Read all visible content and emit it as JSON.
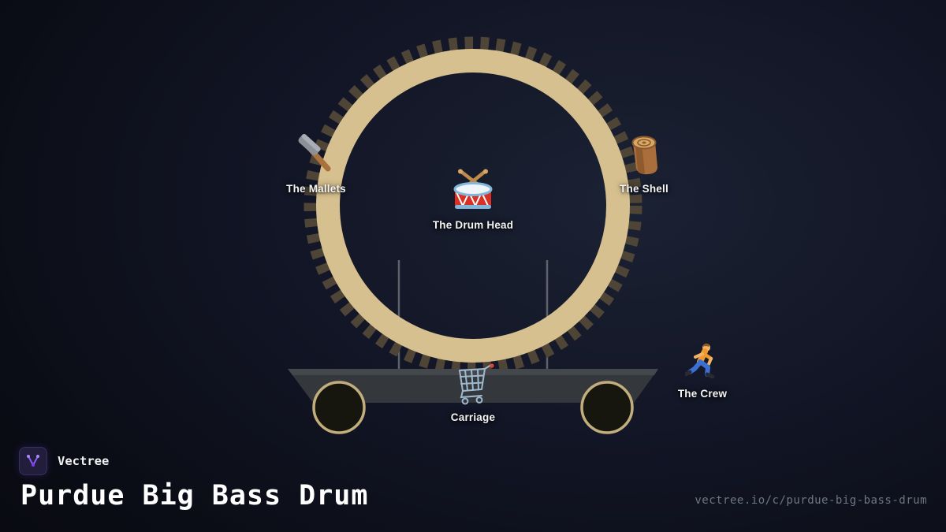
{
  "diagram": {
    "subject": "drum-assembly",
    "parts": [
      {
        "id": "mallets",
        "label": "The Mallets",
        "icon": "hammer-icon"
      },
      {
        "id": "shell",
        "label": "The Shell",
        "icon": "log-icon"
      },
      {
        "id": "drumhead",
        "label": "The Drum Head",
        "icon": "drum-icon"
      },
      {
        "id": "carriage",
        "label": "Carriage",
        "icon": "cart-icon"
      },
      {
        "id": "crew",
        "label": "The Crew",
        "icon": "runner-icon"
      }
    ]
  },
  "footer": {
    "brand": "Vectree",
    "logo_icon": "vectree-logo-icon",
    "title": "Purdue Big Bass Drum",
    "url": "vectree.io/c/purdue-big-bass-drum"
  },
  "colors": {
    "ring_tan": "#d6c08f",
    "ring_ticks": "#4e4536",
    "platform": "#34383c",
    "wheel_rim": "#c2ad7c",
    "accent_violet": "#8b5cf6",
    "label_text": "#f4f4f2",
    "url_text": "#6e7683",
    "background": "#0b0d16"
  }
}
